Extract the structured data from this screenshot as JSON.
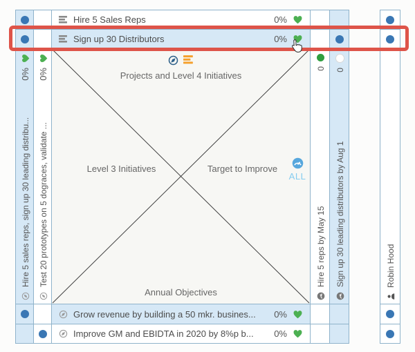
{
  "quadrants": {
    "top": "Projects and Level 4 Initiatives",
    "left": "Level 3 Initiatives",
    "right": "Target to Improve",
    "bottom": "Annual Objectives",
    "target_scope": "ALL"
  },
  "top_rows": [
    {
      "icon": "stack-icon",
      "label": "Hire 5 Sales Reps",
      "progress": "0%",
      "status_icon": "heart-icon"
    },
    {
      "icon": "stack-icon",
      "label": "Sign up 30 Distributors",
      "progress": "0%",
      "status_icon": "heart-icon"
    }
  ],
  "bottom_rows": [
    {
      "icon": "compass-icon",
      "label": "Grow revenue by building a 50 mkr. busines...",
      "progress": "0%",
      "status_icon": "heart-icon"
    },
    {
      "icon": "compass-icon",
      "label": "Improve GM and EBIDTA in 2020 by 8%p b...",
      "progress": "0%",
      "status_icon": "heart-icon"
    }
  ],
  "left_columns": [
    {
      "icon": "compass-icon",
      "label": "Hire 5 sales reps, sign up 30 leading distribu...",
      "progress": "0%",
      "status_icon": "heart-icon"
    },
    {
      "icon": "compass-icon",
      "label": "Test 20 prototypes on 5 dograces, validate ...",
      "progress": "0%",
      "status_icon": "heart-icon"
    }
  ],
  "right_columns": [
    {
      "icon": "gauge-icon",
      "label": "Hire 5 reps by May 15",
      "value": "0",
      "status": "green"
    },
    {
      "icon": "gauge-icon",
      "label": "Sign up 30 leading distributors by Aug 1",
      "value": "0",
      "status": "white"
    }
  ],
  "owner_column": {
    "icon": "person-icon",
    "label": "Robin Hood"
  },
  "correlation_dots": {
    "top_rows": [
      {
        "l1": true,
        "l2": false,
        "a": false,
        "b": false,
        "owner": true
      },
      {
        "l1": true,
        "l2": false,
        "a": false,
        "b": true,
        "owner": true
      }
    ],
    "bottom_rows": [
      {
        "l1": true,
        "l2": false,
        "a": false,
        "b": false,
        "owner": true
      },
      {
        "l1": false,
        "l2": true,
        "a": false,
        "b": false,
        "owner": true
      }
    ]
  },
  "selection": {
    "highlighted_row": "Sign up 30 Distributors",
    "highlight_color": "#de5449"
  },
  "colors": {
    "grid_line": "#8fb3cb",
    "selected_bg": "#d6e8f6",
    "correlation_dot": "#3a77b4",
    "heart_green": "#4cb052",
    "status_green": "#2f9e3f",
    "orange_icon": "#f5a02d",
    "all_text": "#85ccf0"
  }
}
